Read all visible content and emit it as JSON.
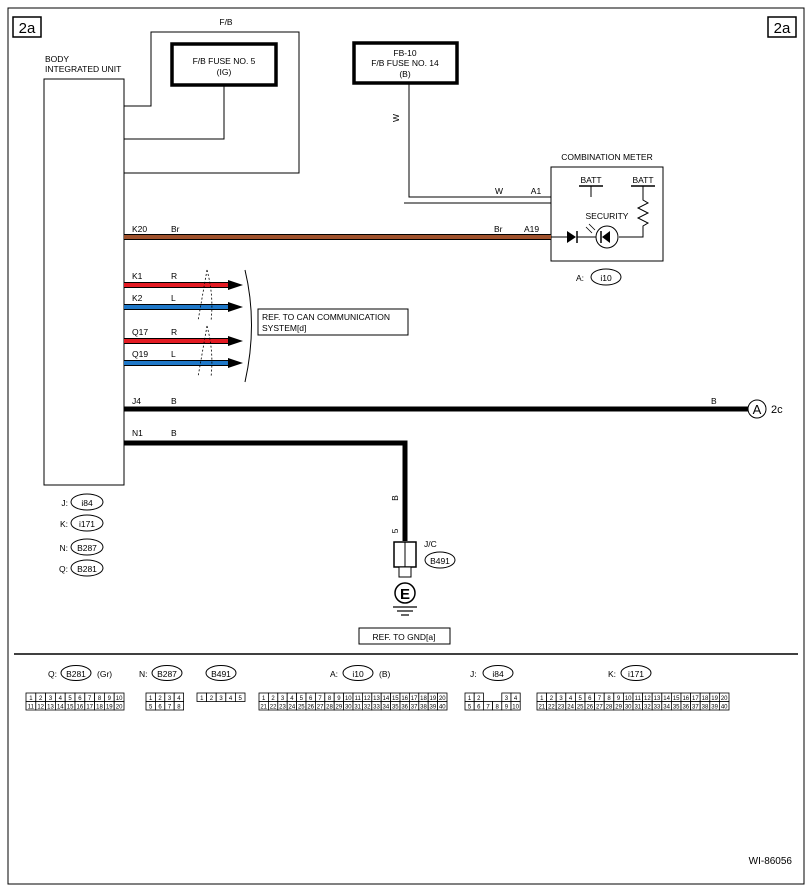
{
  "page": {
    "tag_left": "2a",
    "tag_right": "2a",
    "figure_id": "WI-86056"
  },
  "body_unit": {
    "label_line1": "BODY",
    "label_line2": "INTEGRATED UNIT"
  },
  "fb_block": {
    "label": "F/B",
    "fuse5_line1": "F/B FUSE NO. 5",
    "fuse5_line2": "(IG)"
  },
  "fuse14": {
    "line1": "FB-10",
    "line2": "F/B FUSE NO. 14",
    "line3": "(B)",
    "wire_color": "W"
  },
  "meter": {
    "title": "COMBINATION METER",
    "batt1": "BATT",
    "batt2": "BATT",
    "security": "SECURITY",
    "pin_a1": "A1",
    "wire_a1": "W",
    "pin_a19": "A19",
    "wire_a19": "Br",
    "connector_prefix": "A:",
    "connector_id": "i10"
  },
  "wires": [
    {
      "pin": "K20",
      "color_label": "Br",
      "color": "#a0522d"
    },
    {
      "pin": "K1",
      "color_label": "R",
      "color": "#e31b23"
    },
    {
      "pin": "K2",
      "color_label": "L",
      "color": "#1f78c8"
    },
    {
      "pin": "Q17",
      "color_label": "R",
      "color": "#e31b23"
    },
    {
      "pin": "Q19",
      "color_label": "L",
      "color": "#1f78c8"
    },
    {
      "pin": "J4",
      "color_label": "B",
      "end_label": "B",
      "color": "#000000"
    },
    {
      "pin": "N1",
      "color_label": "B",
      "color": "#000000"
    }
  ],
  "can_ref": {
    "line1": "REF. TO CAN COMMUNICATION",
    "line2": "SYSTEM[d]"
  },
  "connector_a": {
    "letter": "A",
    "label": "2c"
  },
  "unit_connectors": [
    {
      "prefix": "J:",
      "id": "i84"
    },
    {
      "prefix": "K:",
      "id": "i171"
    },
    {
      "prefix": "N:",
      "id": "B287"
    },
    {
      "prefix": "Q:",
      "id": "B281"
    }
  ],
  "ground": {
    "wire_color": "B",
    "pin": "5",
    "jc_label": "J/C",
    "jc_id": "B491",
    "symbol": "E",
    "ref": "REF. TO GND[a]"
  },
  "bottom_connectors": [
    {
      "prefix": "Q:",
      "id": "B281",
      "suffix": "(Gr)",
      "rows": [
        [
          "1",
          "2",
          "3",
          "4",
          "5",
          "6",
          "7",
          "8",
          "9",
          "10"
        ],
        [
          "11",
          "12",
          "13",
          "14",
          "15",
          "16",
          "17",
          "18",
          "19",
          "20"
        ]
      ]
    },
    {
      "prefix": "N:",
      "id": "B287",
      "suffix": "",
      "rows": [
        [
          "1",
          "2",
          "3",
          "4"
        ],
        [
          "5",
          "6",
          "7",
          "8"
        ]
      ]
    },
    {
      "prefix": "",
      "id": "B491",
      "suffix": "",
      "rows": [
        [
          "1",
          "2",
          "3",
          "4",
          "5"
        ]
      ]
    },
    {
      "prefix": "A:",
      "id": "i10",
      "suffix": "(B)",
      "rows": [
        [
          "1",
          "2",
          "3",
          "4",
          "5",
          "6",
          "7",
          "8",
          "9",
          "10",
          "11",
          "12",
          "13",
          "14",
          "15",
          "16",
          "17",
          "18",
          "19",
          "20"
        ],
        [
          "21",
          "22",
          "23",
          "24",
          "25",
          "26",
          "27",
          "28",
          "29",
          "30",
          "31",
          "32",
          "33",
          "34",
          "35",
          "36",
          "37",
          "38",
          "39",
          "40"
        ]
      ]
    },
    {
      "prefix": "J:",
      "id": "i84",
      "suffix": "",
      "rows": [
        [
          "1",
          "2",
          "",
          "",
          "3",
          "4"
        ],
        [
          "5",
          "6",
          "7",
          "8",
          "9",
          "10"
        ]
      ]
    },
    {
      "prefix": "K:",
      "id": "i171",
      "suffix": "",
      "rows": [
        [
          "1",
          "2",
          "3",
          "4",
          "5",
          "6",
          "7",
          "8",
          "9",
          "10",
          "11",
          "12",
          "13",
          "14",
          "15",
          "16",
          "17",
          "18",
          "19",
          "20"
        ],
        [
          "21",
          "22",
          "23",
          "24",
          "25",
          "26",
          "27",
          "28",
          "29",
          "30",
          "31",
          "32",
          "33",
          "34",
          "35",
          "36",
          "37",
          "38",
          "39",
          "40"
        ]
      ]
    }
  ]
}
